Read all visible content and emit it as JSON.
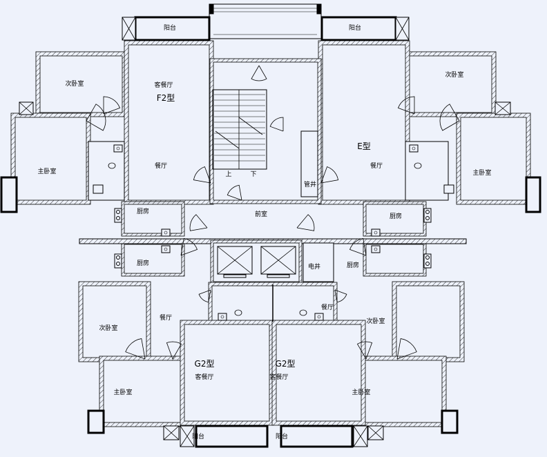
{
  "plan": {
    "background": "#eef2fb",
    "line_color": "#000000",
    "unit_tags": {
      "f2": "F2型",
      "e": "E型",
      "g2_left": "G2型",
      "g2_right": "G2型"
    },
    "rooms": {
      "balcony_top_left": "阳台",
      "balcony_top_right": "阳台",
      "secondary_bedroom_top_left": "次卧室",
      "living_dining_top_left": "客餐厅",
      "master_bedroom_top_left": "主卧室",
      "dining_top_left": "餐厅",
      "kitchen_top_left": "厨房",
      "lobby": "前室",
      "stair_up": "上",
      "stair_down": "下",
      "secondary_bedroom_top_right": "次卧室",
      "dining_top_right": "餐厅",
      "master_bedroom_top_right": "主卧室",
      "pipe_shaft": "管井",
      "kitchen_top_right": "厨房",
      "kitchen_bottom_left": "厨房",
      "kitchen_bottom_right": "厨房",
      "electric_shaft": "电井",
      "dining_bottom_left": "餐厅",
      "dining_bottom_right": "餐厅",
      "secondary_bedroom_bottom_left": "次卧室",
      "secondary_bedroom_bottom_right": "次卧室",
      "living_dining_bottom_left": "客餐厅",
      "living_dining_bottom_right": "客餐厅",
      "master_bedroom_bottom_left": "主卧室",
      "master_bedroom_bottom_right": "主卧室",
      "balcony_bottom_left": "阳台",
      "balcony_bottom_right": "阳台"
    }
  }
}
